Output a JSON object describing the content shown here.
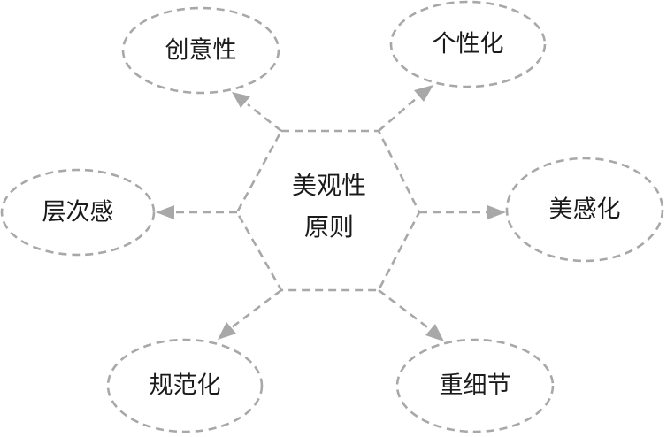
{
  "center": {
    "line1": "美观性",
    "line2": "原则"
  },
  "nodes": {
    "creativity": "创意性",
    "personalization": "个性化",
    "layering": "层次感",
    "aesthetics": "美感化",
    "standardization": "规范化",
    "detail": "重细节"
  }
}
